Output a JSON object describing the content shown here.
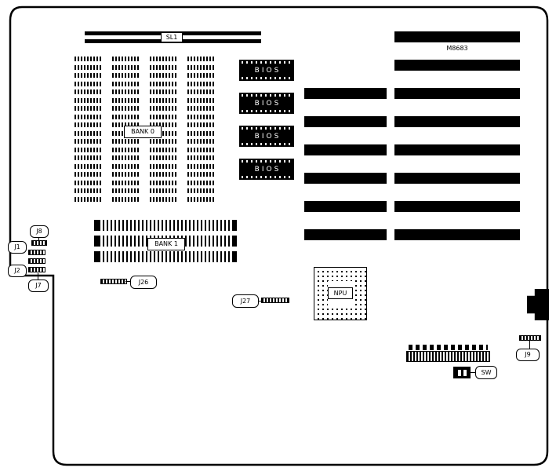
{
  "labels": {
    "sl1": "SL1",
    "m8683": "M8683",
    "bank0": "BANK 0",
    "bank1": "BANK 1",
    "bios": "BIOS",
    "npu": "NPU",
    "j1": "J1",
    "j2": "J2",
    "j7": "J7",
    "j8": "J8",
    "j9": "J9",
    "j26": "J26",
    "j27": "J27",
    "sw": "SW"
  },
  "memory": {
    "dram_columns": 4,
    "dram_rows": 9,
    "simm_rows": 3
  },
  "colors": {
    "ink": "#000000",
    "background": "#ffffff"
  }
}
